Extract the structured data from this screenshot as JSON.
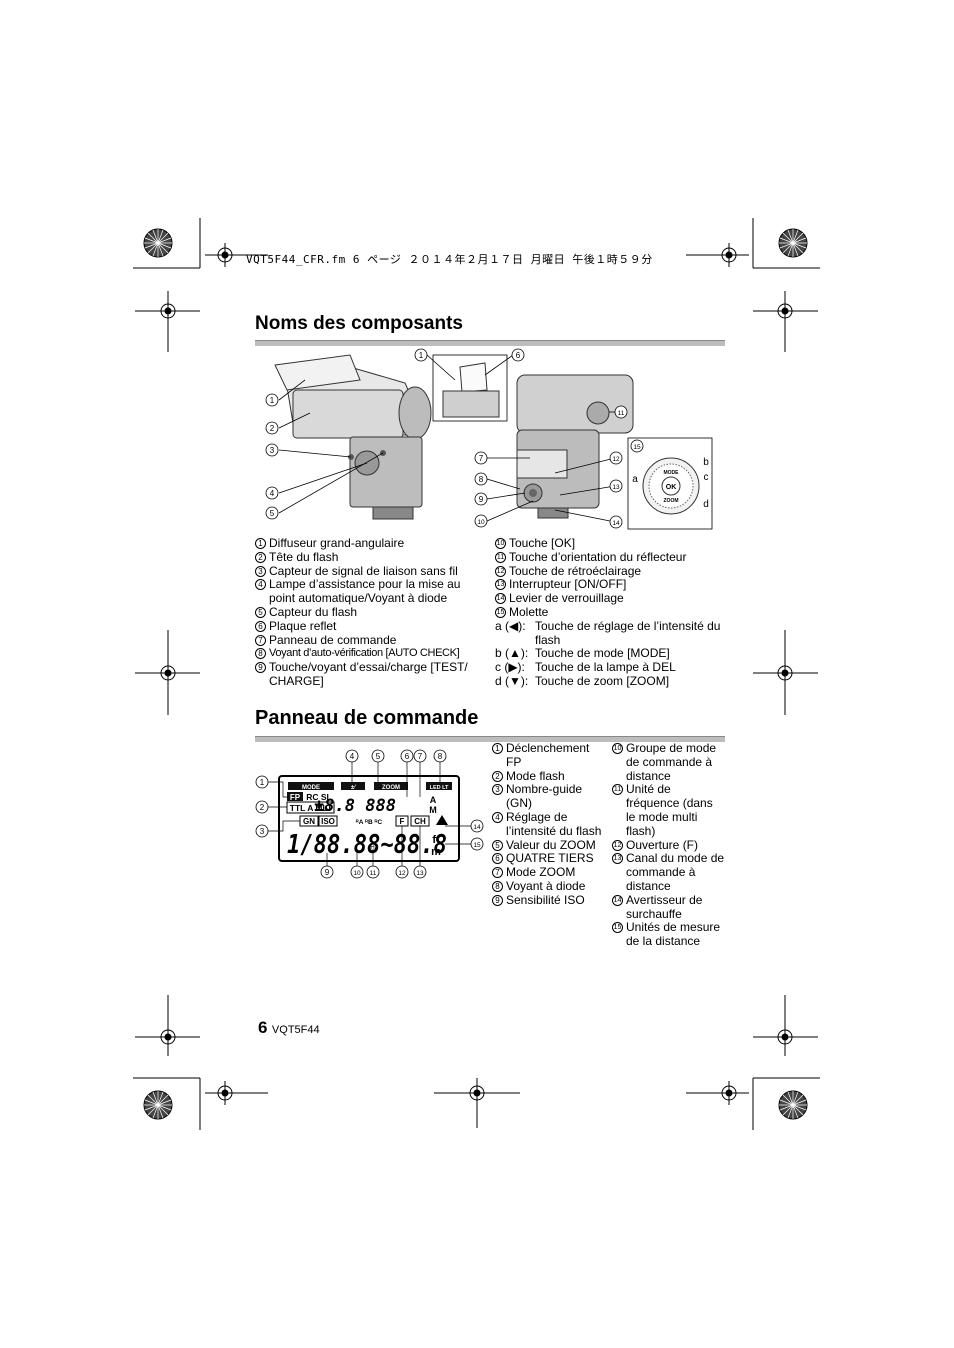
{
  "header": {
    "file_line": "VQT5F44_CFR.fm  6 ページ  ２０１４年２月１７日  月曜日  午後１時５９分"
  },
  "section1": {
    "title": "Noms des composants",
    "figure_callouts": {
      "left": [
        "1",
        "2",
        "3",
        "4",
        "5"
      ],
      "top": [
        "1",
        "6"
      ],
      "right_left": [
        "7",
        "8",
        "9",
        "10"
      ],
      "right_right": [
        "11",
        "12",
        "13",
        "14"
      ],
      "dial": "15",
      "dial_letters": [
        "a",
        "b",
        "c",
        "d"
      ],
      "dial_labels": [
        "MODE",
        "OK",
        "ZOOM"
      ]
    },
    "left_items": [
      {
        "n": "1",
        "text": "Diffuseur grand-angulaire"
      },
      {
        "n": "2",
        "text": "Tête du flash"
      },
      {
        "n": "3",
        "text": "Capteur de signal de liaison sans fil"
      },
      {
        "n": "4",
        "text": "Lampe d’assistance pour la mise au point automatique/Voyant à diode"
      },
      {
        "n": "5",
        "text": "Capteur du flash"
      },
      {
        "n": "6",
        "text": "Plaque reflet"
      },
      {
        "n": "7",
        "text": "Panneau de commande"
      },
      {
        "n": "8",
        "text": "Voyant d’auto-vérification [AUTO CHECK]"
      },
      {
        "n": "9",
        "text": "Touche/voyant d’essai/charge [TEST/ CHARGE]"
      }
    ],
    "right_items": [
      {
        "n": "10",
        "text": "Touche [OK]"
      },
      {
        "n": "11",
        "text": "Touche d’orientation du réflecteur"
      },
      {
        "n": "12",
        "text": "Touche de rétroéclairage"
      },
      {
        "n": "13",
        "text": "Interrupteur [ON/OFF]"
      },
      {
        "n": "14",
        "text": "Levier de verrouillage"
      },
      {
        "n": "15",
        "text": "Molette"
      }
    ],
    "letter_items": [
      {
        "k": "a (◀):",
        "text": "Touche de réglage de l’intensité du flash"
      },
      {
        "k": "b (▲):",
        "text": "Touche de mode [MODE]"
      },
      {
        "k": "c (▶):",
        "text": "Touche de la lampe à DEL"
      },
      {
        "k": "d (▼):",
        "text": "Touche de zoom [ZOOM]"
      }
    ]
  },
  "section2": {
    "title": "Panneau de commande",
    "lcd": {
      "labels": [
        "MODE",
        "ZOOM",
        "LED LT",
        "FP",
        "RC SL",
        "TTL A MLT",
        "GN",
        "ISO",
        "F",
        "CH",
        "A",
        "M",
        "mm",
        "ft",
        "m",
        "Hz"
      ],
      "digits_main": "1/88.88~88.8",
      "digits_top": "±8.8 888"
    },
    "callouts_top": [
      "4",
      "5",
      "6",
      "7",
      "8"
    ],
    "callouts_left": [
      "1",
      "2",
      "3"
    ],
    "callouts_right": [
      "14",
      "15"
    ],
    "callouts_bottom": [
      "9",
      "10",
      "11",
      "12",
      "13"
    ],
    "col1": [
      {
        "n": "1",
        "text": "Déclenchement FP"
      },
      {
        "n": "2",
        "text": "Mode flash"
      },
      {
        "n": "3",
        "text": "Nombre-guide (GN)"
      },
      {
        "n": "4",
        "text": "Réglage de l’intensité du flash"
      },
      {
        "n": "5",
        "text": "Valeur du ZOOM"
      },
      {
        "n": "6",
        "text": "QUATRE TIERS"
      },
      {
        "n": "7",
        "text": "Mode ZOOM"
      },
      {
        "n": "8",
        "text": "Voyant à diode"
      },
      {
        "n": "9",
        "text": "Sensibilité ISO"
      }
    ],
    "col2": [
      {
        "n": "10",
        "text": "Groupe de mode de commande à distance"
      },
      {
        "n": "11",
        "text": "Unité de fréquence (dans le mode multi flash)"
      },
      {
        "n": "12",
        "text": "Ouverture (F)"
      },
      {
        "n": "13",
        "text": "Canal du mode de commande à distance"
      },
      {
        "n": "14",
        "text": "Avertisseur de surchauffe"
      },
      {
        "n": "15",
        "text": "Unités de mesure de la distance"
      }
    ]
  },
  "footer": {
    "page": "6",
    "code": "VQT5F44"
  }
}
